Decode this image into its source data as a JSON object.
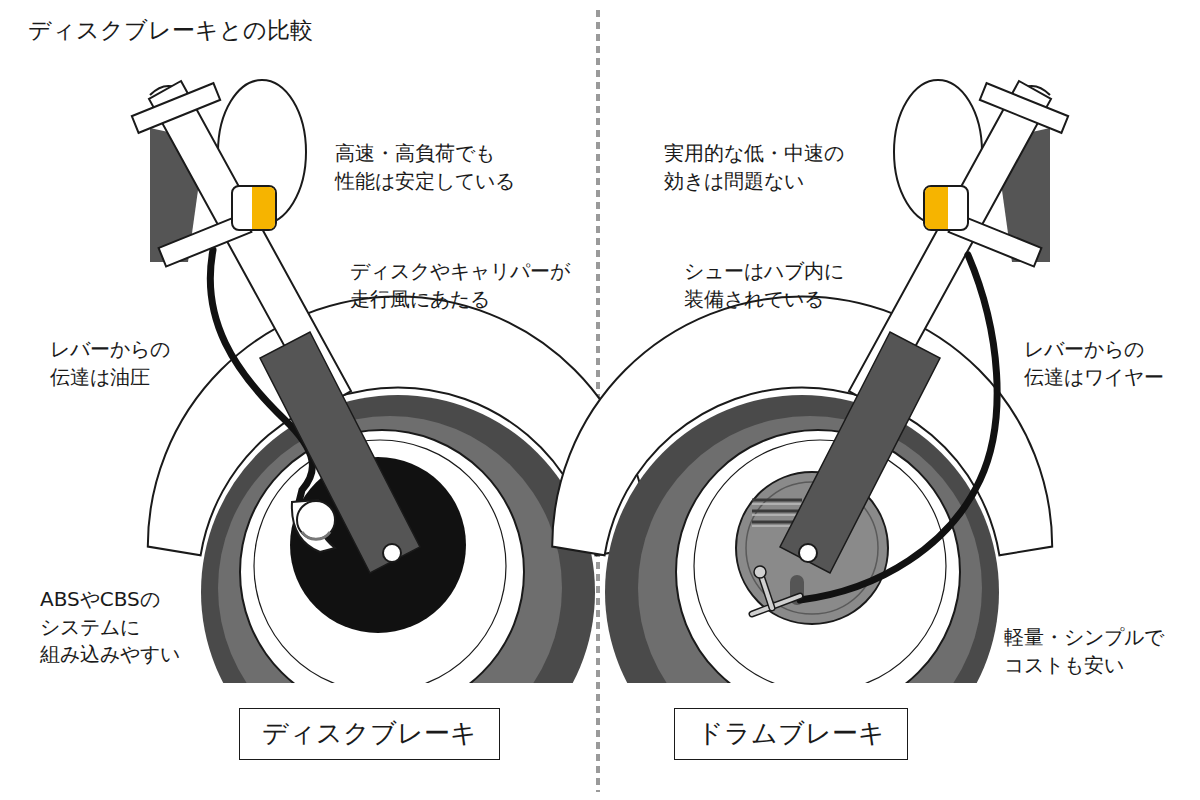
{
  "diagram": {
    "title": "ディスクブレーキとの比較",
    "nodes": [
      {
        "text": [
          "ディスクブレーキ"
        ]
      },
      {
        "text": [
          "ドラムブレーキ"
        ]
      }
    ],
    "labels": [
      "高速・高負荷でも 性能は安定している",
      "ディスクやキャリパーが 走行風にあたる",
      "レバーからの 伝達は油圧",
      "ABSやCBSの システムに 組み込みやすい",
      "実用的な低・中速の 効きは問題ない",
      "シューはハブ内に 装備されている",
      "レバーからの 伝達はワイヤー",
      "軽量・シンプルで コストも安い"
    ]
  }
}
